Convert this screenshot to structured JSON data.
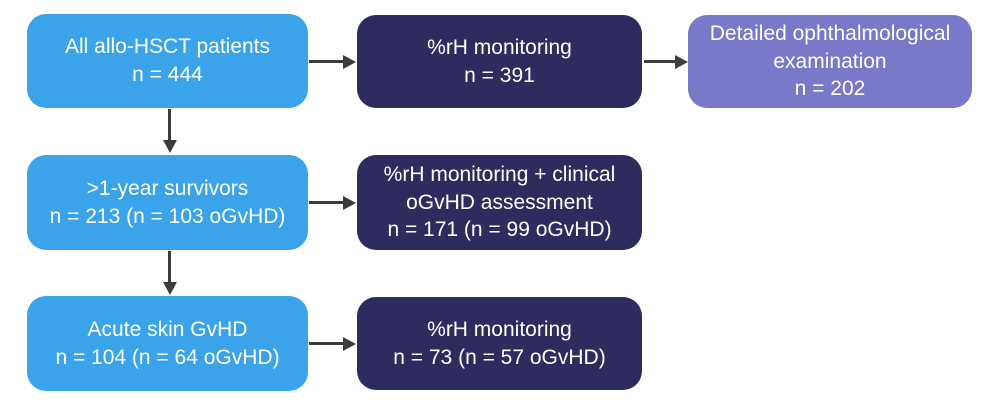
{
  "colors": {
    "light_blue": "#3AA3EA",
    "navy": "#2E2C5E",
    "purple": "#7A78C8",
    "arrow": "#3C3C3C",
    "text": "#FFFFFF",
    "background": "#FFFFFF"
  },
  "nodes": [
    {
      "id": "all-allo-hsct-patients",
      "title": "All allo-HSCT patients",
      "count": "n = 444",
      "color": "light_blue"
    },
    {
      "id": "rh-monitoring-top",
      "title": "%rH monitoring",
      "count": "n = 391",
      "color": "navy"
    },
    {
      "id": "detailed-ophthalmological-examination",
      "title": "Detailed ophthalmological examination",
      "count": "n = 202",
      "color": "purple"
    },
    {
      "id": "one-year-survivors",
      "title": ">1-year survivors",
      "count": "n = 213 (n = 103 oGvHD)",
      "color": "light_blue"
    },
    {
      "id": "rh-monitoring-clinical-ogvhd",
      "title": "%rH monitoring + clinical oGvHD assessment",
      "count": "n = 171 (n = 99 oGvHD)",
      "color": "navy"
    },
    {
      "id": "acute-skin-gvhd",
      "title": "Acute skin GvHD",
      "count": "n = 104 (n = 64 oGvHD)",
      "color": "light_blue"
    },
    {
      "id": "rh-monitoring-bottom",
      "title": "%rH monitoring",
      "count": "n = 73 (n = 57 oGvHD)",
      "color": "navy"
    }
  ],
  "edges": [
    {
      "from": "all-allo-hsct-patients",
      "to": "rh-monitoring-top",
      "direction": "right"
    },
    {
      "from": "rh-monitoring-top",
      "to": "detailed-ophthalmological-examination",
      "direction": "right"
    },
    {
      "from": "all-allo-hsct-patients",
      "to": "one-year-survivors",
      "direction": "down"
    },
    {
      "from": "one-year-survivors",
      "to": "rh-monitoring-clinical-ogvhd",
      "direction": "right"
    },
    {
      "from": "one-year-survivors",
      "to": "acute-skin-gvhd",
      "direction": "down"
    },
    {
      "from": "acute-skin-gvhd",
      "to": "rh-monitoring-bottom",
      "direction": "right"
    }
  ]
}
